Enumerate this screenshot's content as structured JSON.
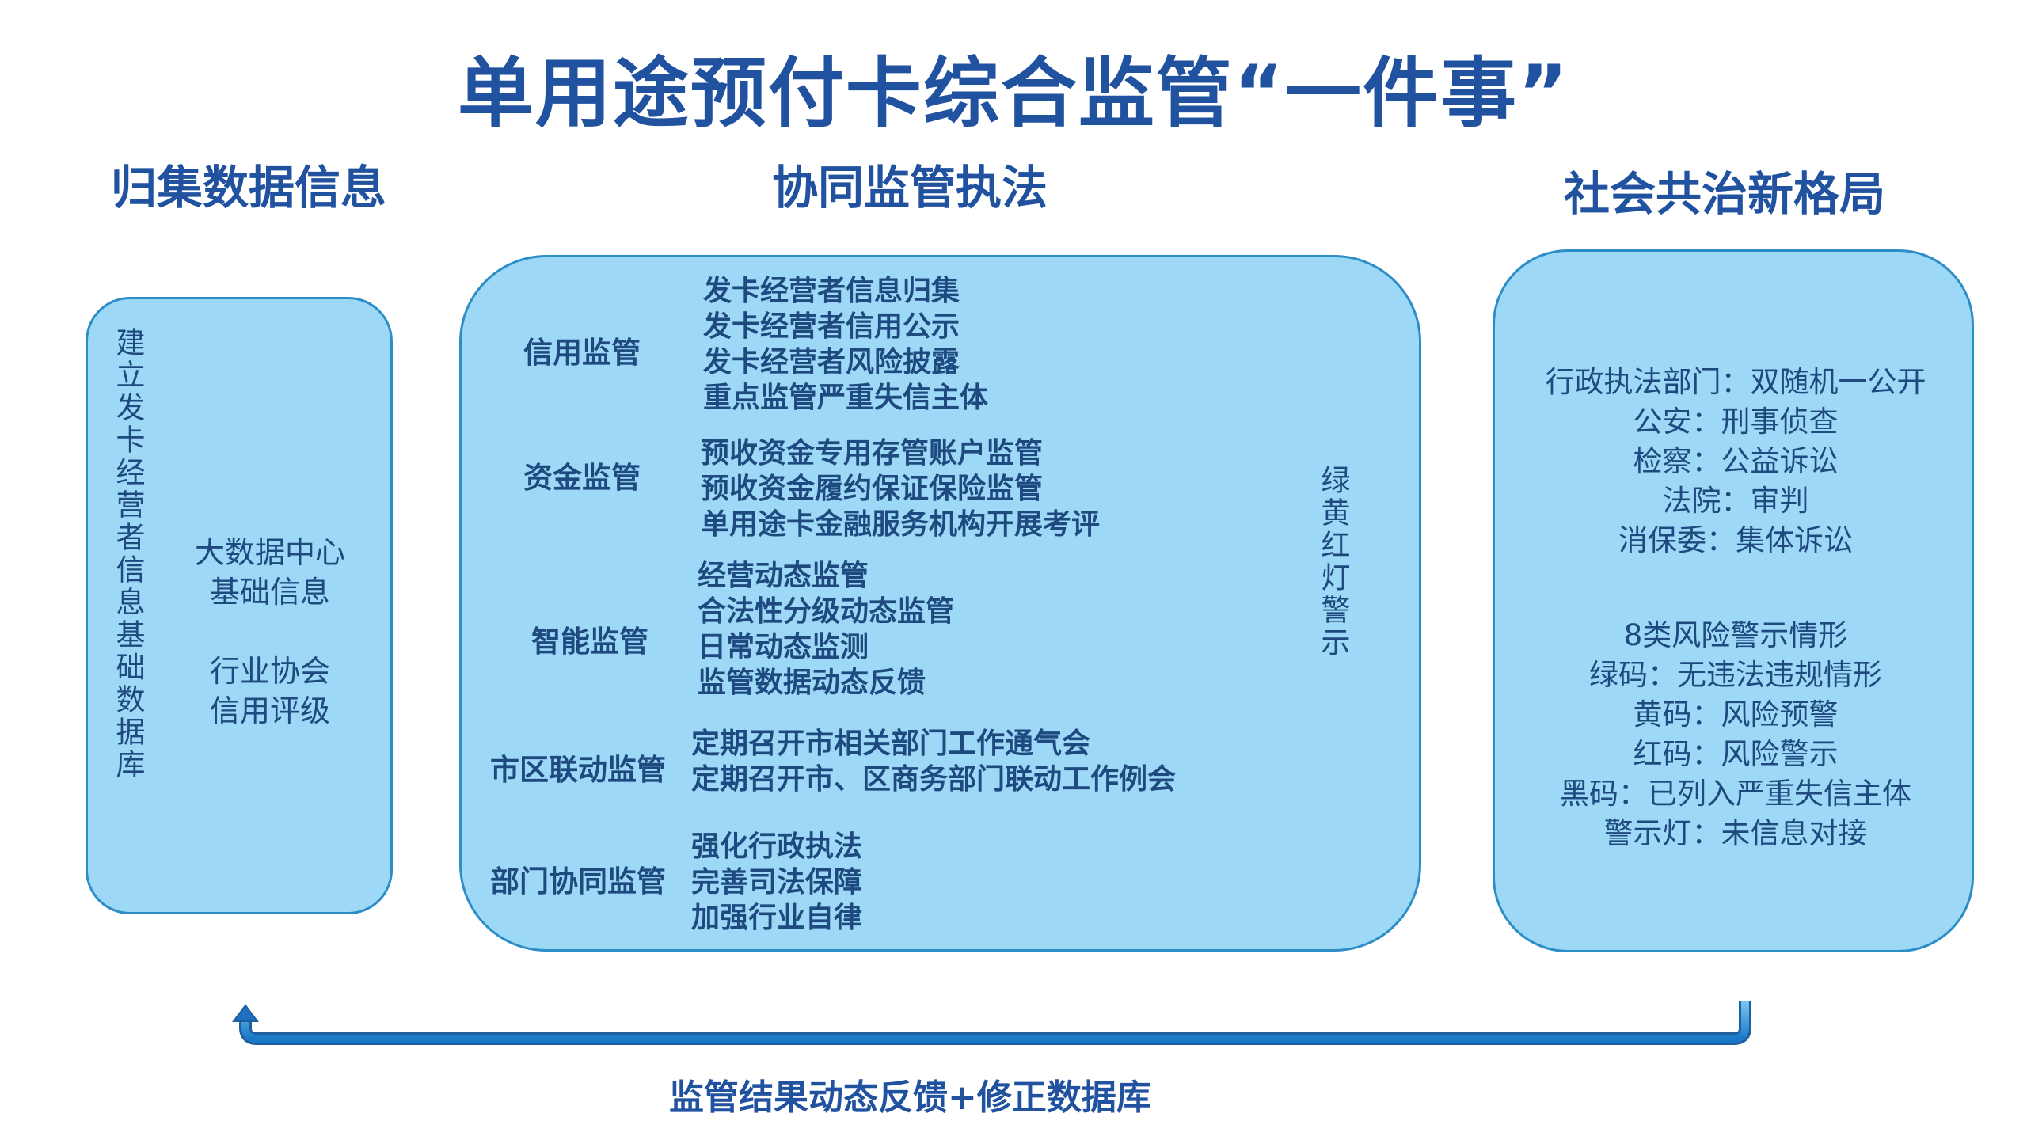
{
  "title": "单用途预付卡综合监管“一件事”",
  "columns": {
    "left": "归集数据信息",
    "middle": "协同监管执法",
    "right": "社会共治新格局"
  },
  "left_box": {
    "vertical": "建立发卡经营者信息基础数据库",
    "lines": [
      "大数据中心",
      "基础信息",
      "",
      "行业协会",
      "信用评级"
    ]
  },
  "middle_box": {
    "sections": [
      {
        "name": "信用监管",
        "items": [
          "发卡经营者信息归集",
          "发卡经营者信用公示",
          "发卡经营者风险披露",
          "重点监管严重失信主体"
        ]
      },
      {
        "name": "资金监管",
        "items": [
          "预收资金专用存管账户监管",
          "预收资金履约保证保险监管",
          "单用途卡金融服务机构开展考评"
        ]
      },
      {
        "name": "智能监管",
        "items": [
          "经营动态监管",
          "合法性分级动态监管",
          "日常动态监测",
          "监管数据动态反馈"
        ]
      },
      {
        "name": "市区联动监管",
        "items": [
          "定期召开市相关部门工作通气会",
          "定期召开市、区商务部门联动工作例会"
        ]
      },
      {
        "name": "部门协同监管",
        "items": [
          "强化行政执法",
          "完善司法保障",
          "加强行业自律"
        ]
      }
    ],
    "vertical": "绿黄红灯警示"
  },
  "right_box": {
    "group1": [
      "行政执法部门：双随机一公开",
      "公安：刑事侦查",
      "检察：公益诉讼",
      "法院：审判",
      "消保委：集体诉讼"
    ],
    "group2": [
      "8类风险警示情形",
      "绿码：无违法违规情形",
      "黄码：风险预警",
      "红码：风险警示",
      "黑码：已列入严重失信主体",
      "警示灯：未信息对接"
    ]
  },
  "footer": "监管结果动态反馈+修正数据库",
  "colors": {
    "title": "#2152A0",
    "box_fill": "#9DD9F6",
    "box_border": "#2D8DC6",
    "arrow": "#2A8BD8"
  }
}
